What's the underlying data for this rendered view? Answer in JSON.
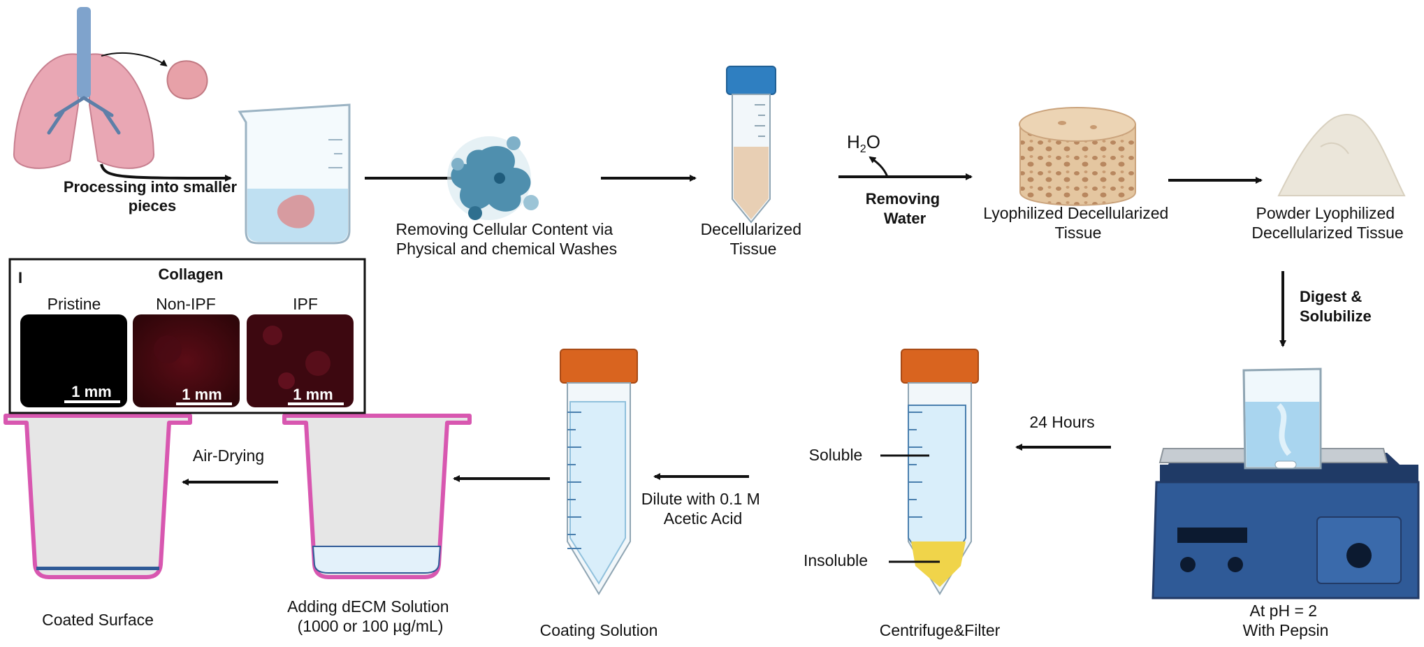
{
  "steps": {
    "processing": [
      "Processing into smaller",
      "pieces"
    ],
    "removing_cellular": [
      "Removing Cellular Content via",
      "Physical and chemical Washes"
    ],
    "decellularized": [
      "Decellularized",
      "Tissue"
    ],
    "h2o_main": "H",
    "h2o_sub": "2",
    "h2o_end": "O",
    "removing_water": [
      "Removing",
      "Water"
    ],
    "lyophilized": [
      "Lyophilized Decellularized",
      "Tissue"
    ],
    "powder": [
      "Powder Lyophilized",
      "Decellularized Tissue"
    ],
    "digest": [
      "Digest &",
      "Solubilize"
    ],
    "ph": [
      "At pH = 2",
      "With Pepsin"
    ],
    "hours": "24 Hours",
    "soluble": "Soluble",
    "insoluble": "Insoluble",
    "centrifuge": "Centrifuge&Filter",
    "dilute": [
      "Dilute with 0.1 M",
      "Acetic Acid"
    ],
    "coating_solution": "Coating Solution",
    "adding": [
      "Adding dECM Solution",
      "(1000 or 100 µg/mL)"
    ],
    "air_drying": "Air-Drying",
    "coated": "Coated Surface"
  },
  "inset": {
    "panel_letter": "I",
    "title": "Collagen",
    "columns": [
      "Pristine",
      "Non-IPF",
      "IPF"
    ],
    "scale_label": "1 mm"
  },
  "colors": {
    "lung": "#e9a7b4",
    "trachea": "#7fa3cc",
    "cap_blue": "#2f7fc1",
    "cap_orange": "#d9641f",
    "tube_fill": "#d9eefa",
    "well_pink": "#d857b0",
    "well_fill": "#e6e6e6",
    "stirrer": "#2f5a97",
    "insoluble": "#f0d44a"
  }
}
